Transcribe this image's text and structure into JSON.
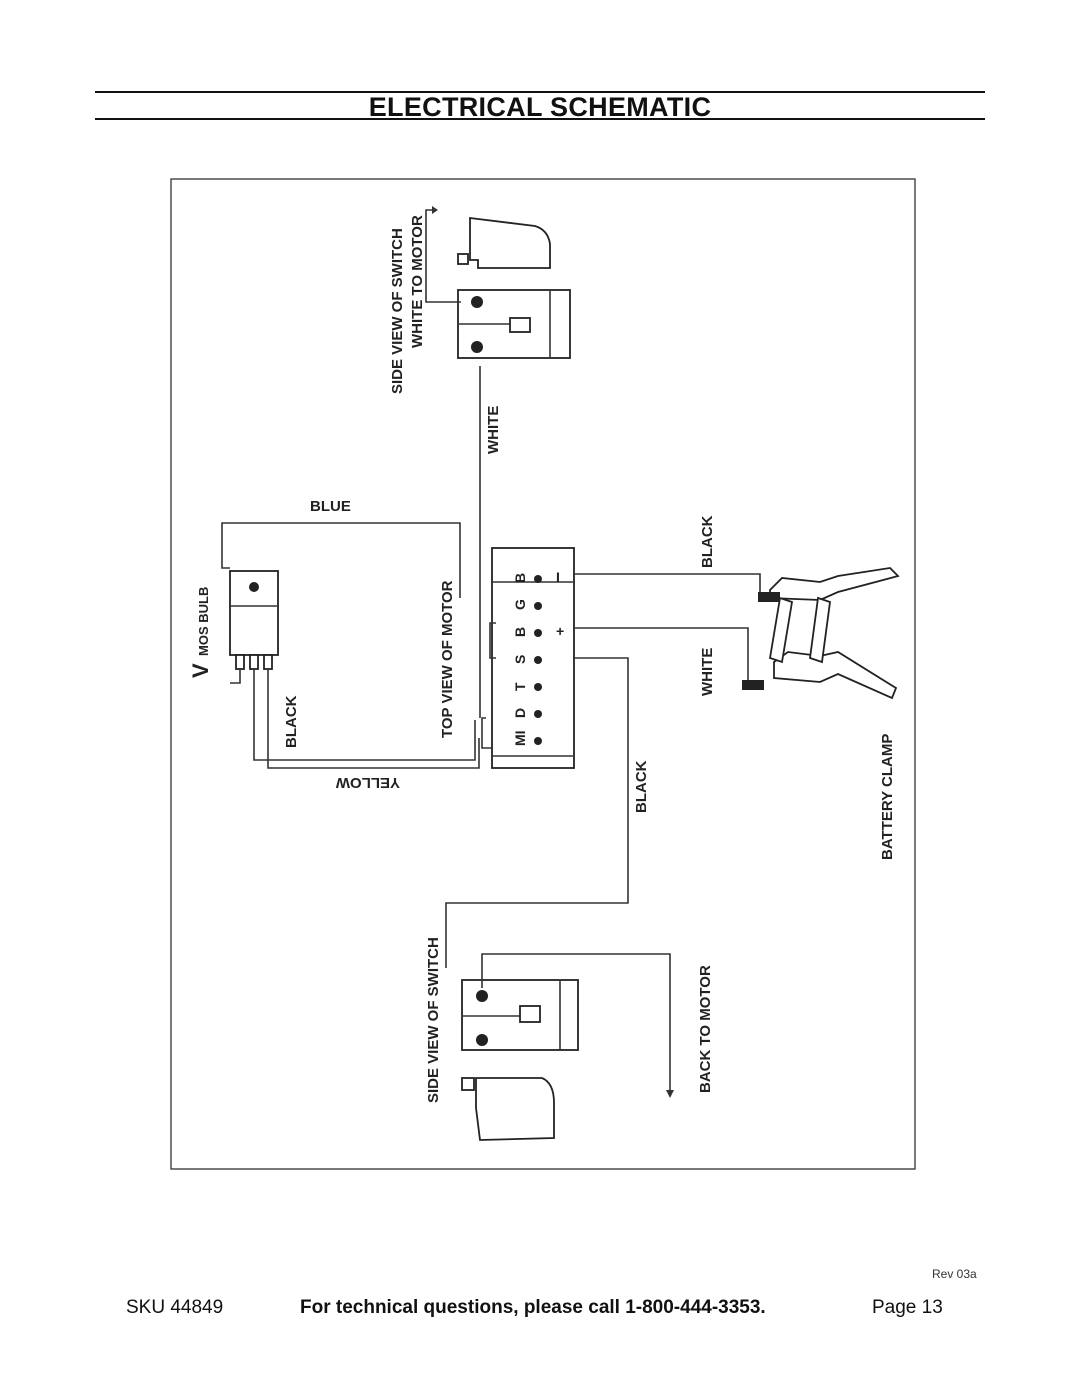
{
  "header": {
    "title": "ELECTRICAL SCHEMATIC"
  },
  "diagram": {
    "labels": {
      "side_view_switch_top": "SIDE VIEW OF SWITCH",
      "white_to_motor": "WHITE TO MOTOR",
      "white_upper": "WHITE",
      "blue": "BLUE",
      "v": "V",
      "mos_bulb": "MOS BULB",
      "top_view_motor": "TOP VIEW OF MOTOR",
      "black_left": "BLACK",
      "yellow": "YELLOW",
      "black_right": "BLACK",
      "white_right": "WHITE",
      "battery_clamp": "BATTERY CLAMP",
      "black_lower": "BLACK",
      "side_view_switch_bottom": "SIDE VIEW OF SWITCH",
      "back_to_motor": "BACK TO MOTOR"
    },
    "motor_terminals": [
      "MI",
      "D",
      "T",
      "S",
      "B",
      "G",
      "B"
    ],
    "terminal_signs": [
      "+",
      "I"
    ]
  },
  "footer": {
    "rev": "Rev 03a",
    "sku": "SKU 44849",
    "help": "For technical questions, please call 1-800-444-3353.",
    "page": "Page 13"
  }
}
